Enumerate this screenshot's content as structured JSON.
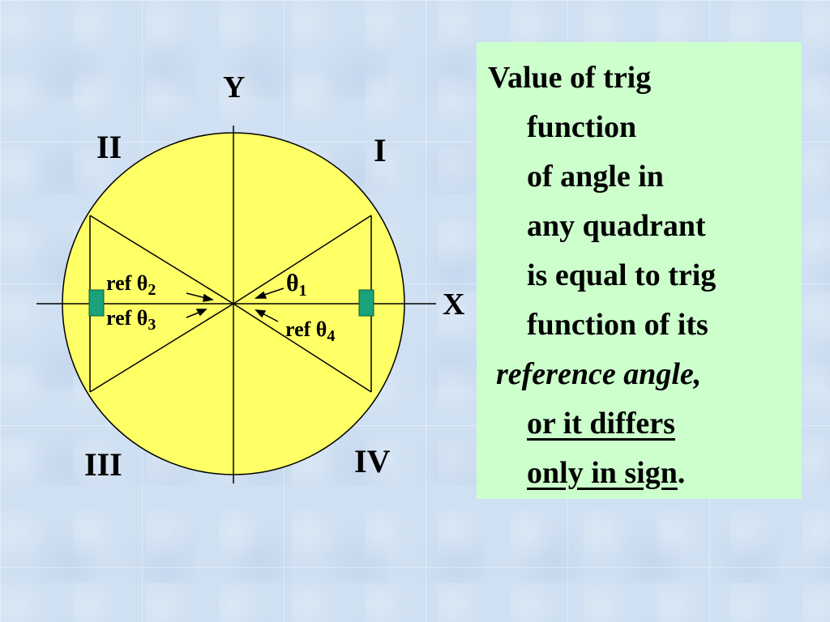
{
  "diagram": {
    "axis_y_label": "Y",
    "axis_x_label": "X",
    "quadrants": {
      "I": "I",
      "II": "II",
      "III": "III",
      "IV": "IV"
    },
    "labels": {
      "theta1_symbol": "θ",
      "theta1_sub": "1",
      "ref2_prefix": "ref θ",
      "ref2_sub": "2",
      "ref3_prefix": "ref θ",
      "ref3_sub": "3",
      "ref4_prefix": "ref θ",
      "ref4_sub": "4"
    },
    "colors": {
      "circle_fill": "#ffff66",
      "marker_fill": "#1aa37a",
      "box_fill": "#ccffcc"
    }
  },
  "text": {
    "line1": "Value of trig",
    "line2": "function",
    "line3": "of angle in",
    "line4": "any quadrant",
    "line5": "is equal to trig",
    "line6": "function of its",
    "line7": "reference angle,",
    "line8": "or it differs",
    "line9": "only in sign",
    "line9_end": "."
  }
}
